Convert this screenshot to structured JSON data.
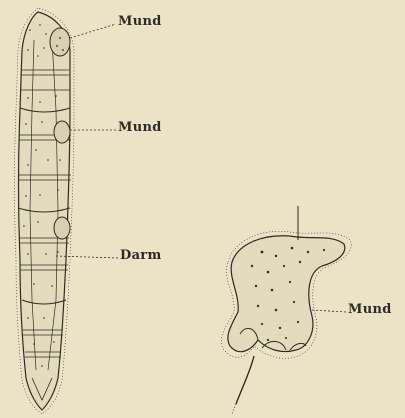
{
  "labels": {
    "mouth_top": "Mund",
    "mouth_middle": "Mund",
    "gut": "Darm",
    "mouth_right": "Mund"
  },
  "colors": {
    "paper": "#ebe2c8",
    "ink": "#2e2b26",
    "shade": "#d9cfb2"
  }
}
